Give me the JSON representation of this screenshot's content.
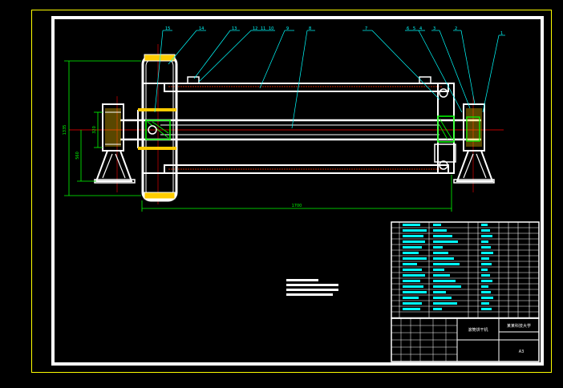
{
  "drawing": {
    "title_cn": "滚筒烘干机",
    "school_cn": "某某科技大学",
    "sheet_size": "A3",
    "dimensions": {
      "overall_length": "1700",
      "overall_height": "1335",
      "support_height": "560",
      "shaft_height": "320"
    },
    "balloon_numbers": [
      "15",
      "14",
      "13",
      "12",
      "11",
      "10",
      "9",
      "8",
      "7",
      "6",
      "5",
      "4",
      "3",
      "2",
      "1"
    ]
  },
  "colors": {
    "frame": "#ffff00",
    "border": "#ffffff",
    "leader": "#00ffff",
    "centerline": "#ff0000",
    "hatch": "#00ff00",
    "dimension": "#00ff00",
    "bom_text": "#00ffff"
  }
}
